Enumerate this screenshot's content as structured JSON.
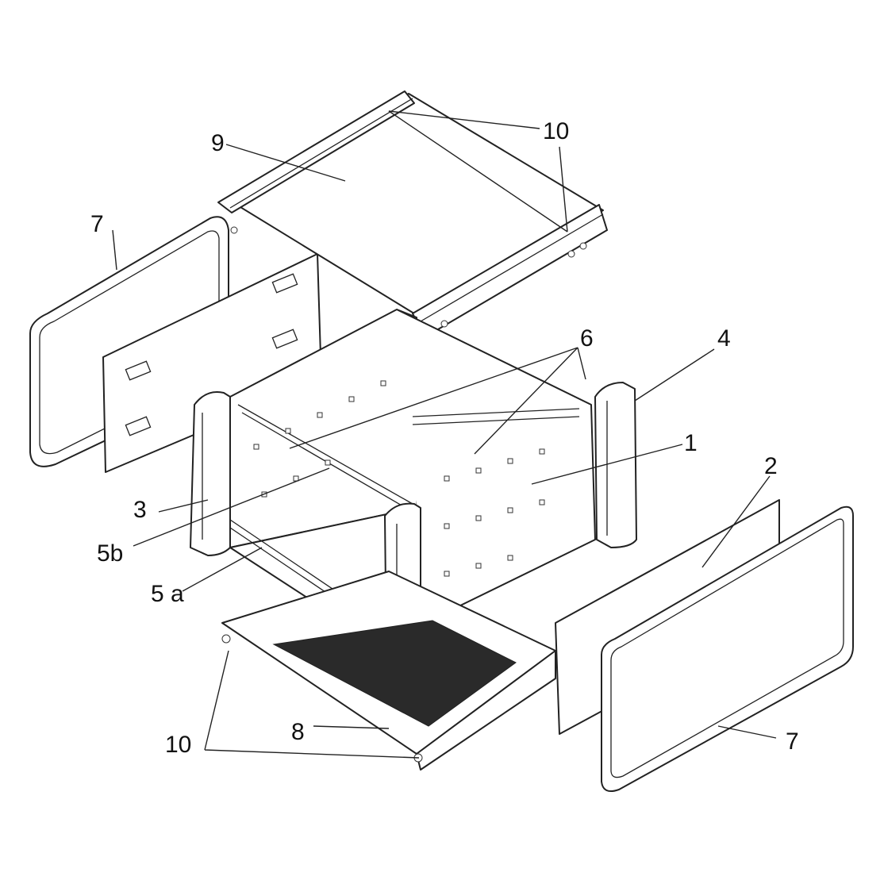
{
  "colors": {
    "ink": "#222222",
    "paper": "#ffffff",
    "mesh": "#2a2a2a"
  },
  "labels": {
    "cover_top": "9",
    "extrusion_top": "10",
    "panel_left": "7",
    "guide_rails": "6",
    "end_frame_right": "4",
    "side_plate": "1",
    "rear_panel": "2",
    "end_frame_left": "3",
    "rail_b": "5b",
    "rail_a": "5 a",
    "bottom_plate": "8",
    "extrusion_bottom": "10",
    "panel_right": "7"
  }
}
